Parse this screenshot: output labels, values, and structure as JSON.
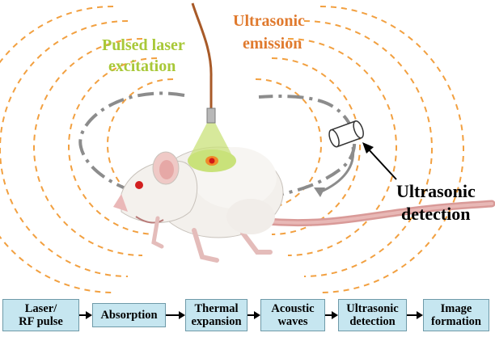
{
  "colors": {
    "laser_label": "#a8c838",
    "emission_label": "#e07a2e",
    "wave": "#f2a040",
    "path": "#8c8c8c",
    "box_fill": "#c6e6f0",
    "box_border": "#6f9aa8"
  },
  "labels": {
    "pulsed_laser_line1": "Pulsed laser",
    "pulsed_laser_line2": "excitation",
    "ultrasonic_emission_line1": "Ultrasonic",
    "ultrasonic_emission_line2": "emission",
    "ultrasonic_detection_line1": "Ultrasonic",
    "ultrasonic_detection_line2": "detection"
  },
  "flow": {
    "steps": [
      "Laser/\nRF pulse",
      "Absorption",
      "Thermal\nexpansion",
      "Acoustic\nwaves",
      "Ultrasonic\ndetection",
      "Image\nformation"
    ]
  }
}
